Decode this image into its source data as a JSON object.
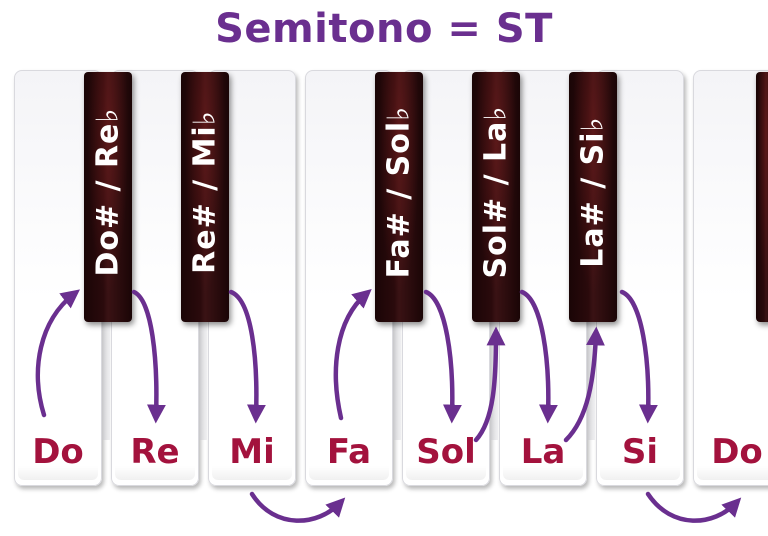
{
  "title": "Semitono = ST",
  "white_keys": [
    "Do",
    "Re",
    "Mi",
    "Fa",
    "Sol",
    "La",
    "Si",
    "Do"
  ],
  "black_keys": [
    "Do# / Re♭",
    "Re# / Mi♭",
    "Fa# / Sol♭",
    "Sol# / La♭",
    "La# / Si♭"
  ],
  "colors": {
    "title": "#6a2f8f",
    "white_key_label": "#a3123d",
    "arrow": "#6a2f8f",
    "black_key": "#1a0506"
  }
}
